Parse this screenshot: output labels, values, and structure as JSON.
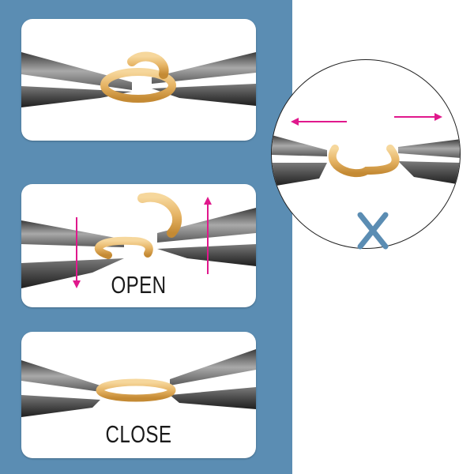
{
  "steps": [
    {
      "id": "initial",
      "label": ""
    },
    {
      "id": "open",
      "label": "OPEN"
    },
    {
      "id": "close",
      "label": "CLOSE"
    }
  ],
  "incorrect_method": {
    "marker": "X"
  },
  "colors": {
    "panel_background": "#5b8db3",
    "card_background": "#ffffff",
    "ring_gold": "#e6b465",
    "pliers_gray": "#6e6e6e",
    "arrow_magenta": "#e0188c",
    "x_mark_blue": "#5b8db3"
  }
}
